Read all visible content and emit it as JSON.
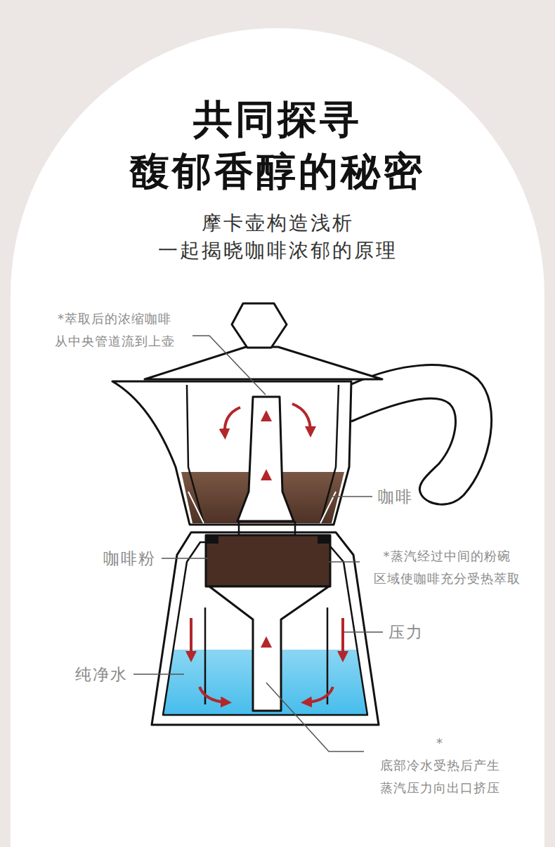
{
  "diagram": {
    "title": "共同探寻 馥郁香醇的秘密",
    "labels": [
      "摩卡壶构造浅析",
      "一起揭晓咖啡浓郁的原理",
      "*萃取后的浓缩咖啡 从中央管道流到上壶",
      "咖啡",
      "咖啡粉",
      "*蒸汽经过中间的粉碗 区域使咖啡充分受热萃取",
      "压力",
      "纯净水",
      "*底部冷水受热后产生 蒸汽压力向出口挤压"
    ]
  }
}
